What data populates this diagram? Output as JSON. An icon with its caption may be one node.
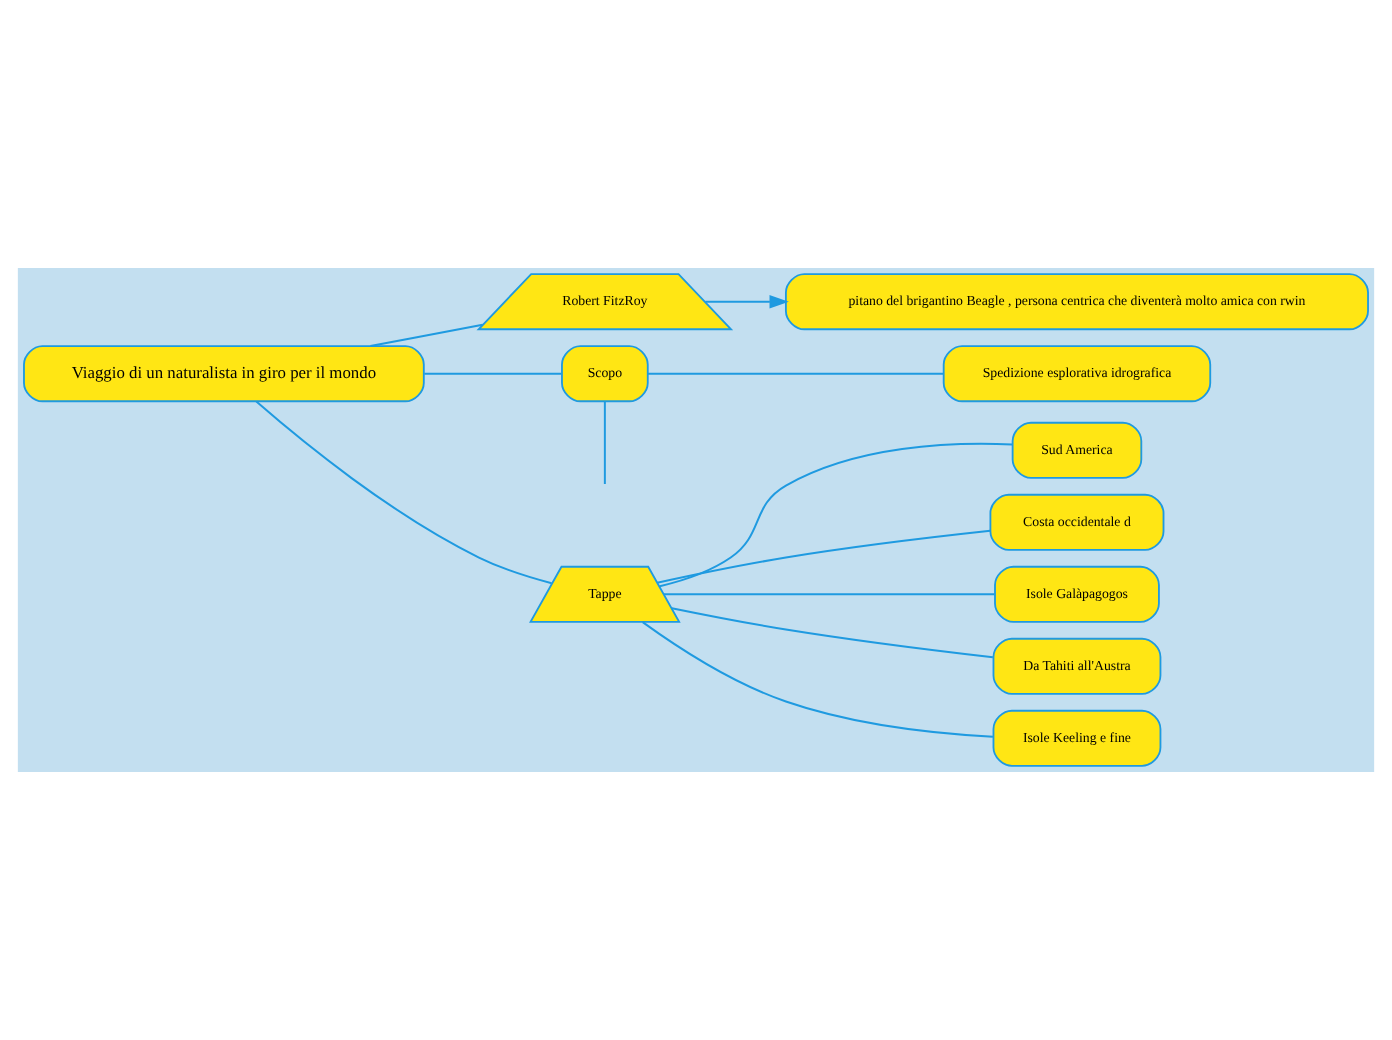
{
  "diagram": {
    "nodes": [
      {
        "text": [
          "Viaggio di un naturalista in giro per il mondo"
        ]
      },
      {
        "text": [
          "Robert FitzRoy"
        ]
      },
      {
        "text": [
          "pitano del brigantino Beagle , persona centrica che diventerà molto amica con rwin"
        ]
      },
      {
        "text": [
          "Scopo"
        ]
      },
      {
        "text": [
          "Spedizione esplorativa idrografica"
        ]
      },
      {
        "text": [
          "Tappe"
        ]
      },
      {
        "text": [
          "Sud America"
        ]
      },
      {
        "text": [
          "Costa occidentale d"
        ]
      },
      {
        "text": [
          "Isole Galàpagogos"
        ]
      },
      {
        "text": [
          "Da Tahiti all'Austra"
        ]
      },
      {
        "text": [
          "Isole Keeling e fine"
        ]
      }
    ],
    "edges": [
      {
        "from": 0,
        "to": 1,
        "arrow": "none"
      },
      {
        "from": 1,
        "to": 2,
        "arrow": "to"
      },
      {
        "from": 0,
        "to": 3,
        "arrow": "none"
      },
      {
        "from": 3,
        "to": 4,
        "arrow": "none"
      },
      {
        "from": 3,
        "to": null,
        "arrow": "none"
      },
      {
        "from": 0,
        "to": 5,
        "arrow": "none"
      },
      {
        "from": 5,
        "to": 6,
        "arrow": "none"
      },
      {
        "from": 5,
        "to": 7,
        "arrow": "none"
      },
      {
        "from": 5,
        "to": 8,
        "arrow": "none"
      },
      {
        "from": 5,
        "to": 9,
        "arrow": "none"
      },
      {
        "from": 5,
        "to": 10,
        "arrow": "none"
      }
    ]
  }
}
